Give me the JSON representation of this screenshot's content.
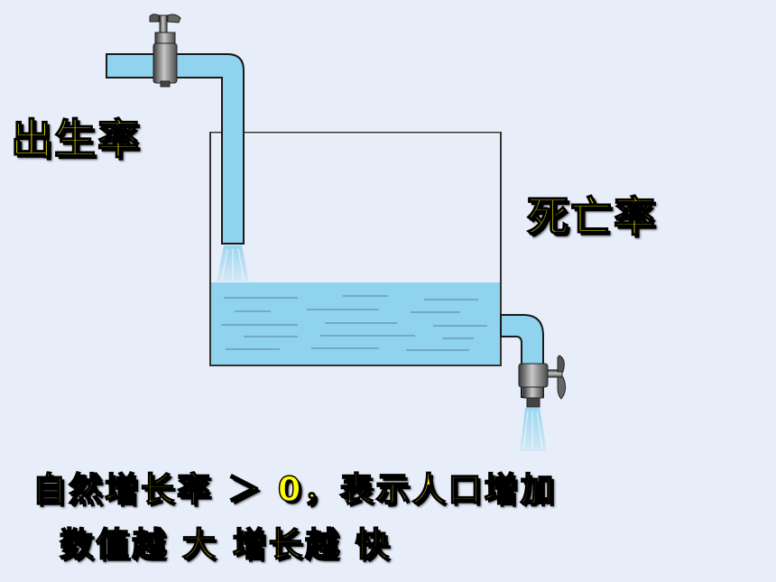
{
  "labels": {
    "birth_rate": "出生率",
    "death_rate": "死亡率"
  },
  "caption": {
    "line1": "自然增长率 ＞ 0，表示人口增加",
    "line2": "数值越 大  增长越 快"
  },
  "colors": {
    "background": "#e8eef9",
    "water": "#8fd3ee",
    "pipe": "#8fd3ee",
    "text_fill": "#ffff00",
    "text_outline": "#000000"
  },
  "icons": [
    "faucet-icon",
    "faucet-icon"
  ]
}
